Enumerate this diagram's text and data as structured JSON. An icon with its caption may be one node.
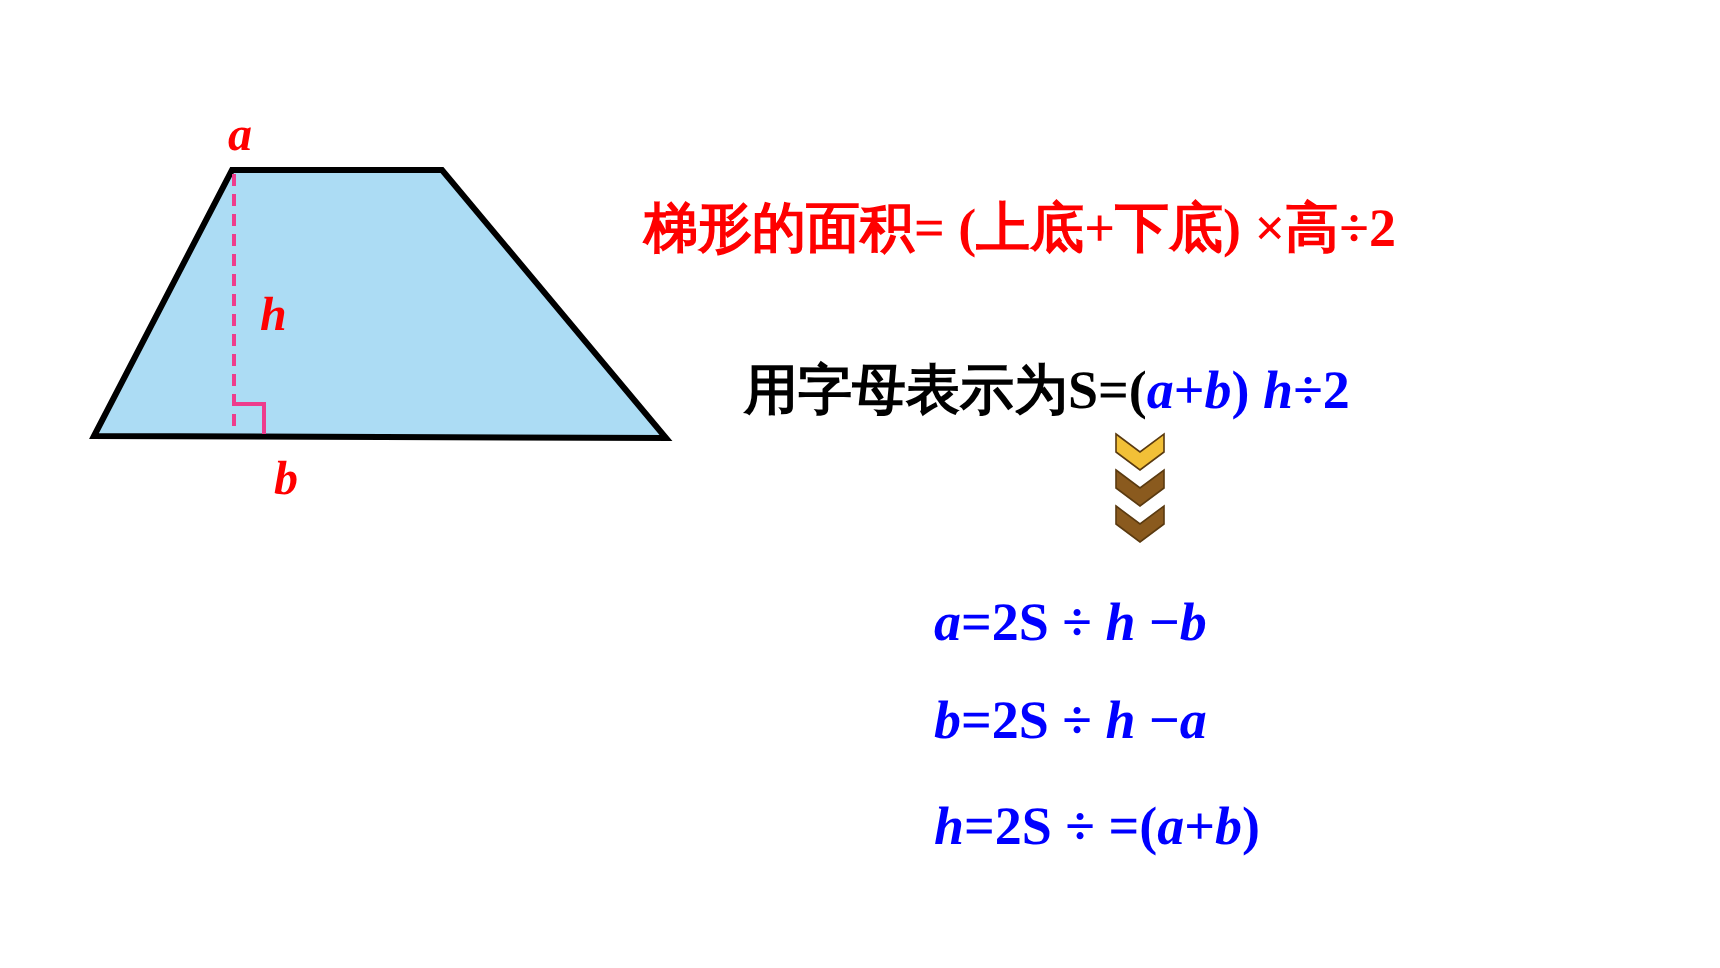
{
  "diagram": {
    "nodes": [
      {
        "text": [
          "*h*"
        ],
        "beside": [
          "*a*",
          "*b*"
        ]
      }
    ],
    "edges": [],
    "labels": [
      "梯形的面积= (上底+下底) ×高÷2",
      "用字母表示为S=(*a*+*b*) *h*÷2",
      "*a*=2S ÷ *h* −*b*",
      "*b*=2S ÷ *h* −*a*",
      "*h*=2S ÷ =(*a*+*b*)"
    ]
  }
}
